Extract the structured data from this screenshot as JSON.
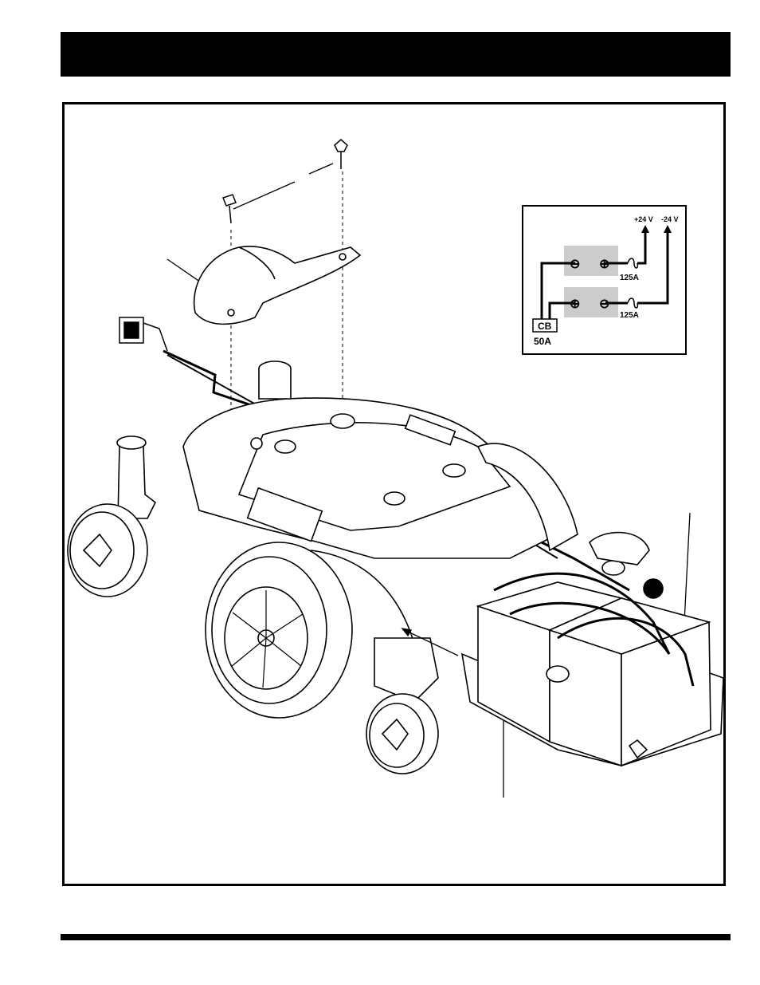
{
  "colors": {
    "ink": "#000000",
    "paper": "#ffffff",
    "battery_fill": "#cccccc",
    "wire_gray": "#bbbbbb"
  },
  "wiring_diagram": {
    "positive_voltage": "+24 V",
    "negative_voltage": "-24 V",
    "fuse_top_rating": "125A",
    "fuse_bottom_rating": "125A",
    "breaker_label": "CB",
    "breaker_rating": "50A",
    "negative_symbol": "⊖",
    "positive_symbol": "⊕"
  },
  "icons": [
    "hardware-pin-icon",
    "screw-icon",
    "connector-plug-icon",
    "battery-icon",
    "fuse-icon"
  ]
}
